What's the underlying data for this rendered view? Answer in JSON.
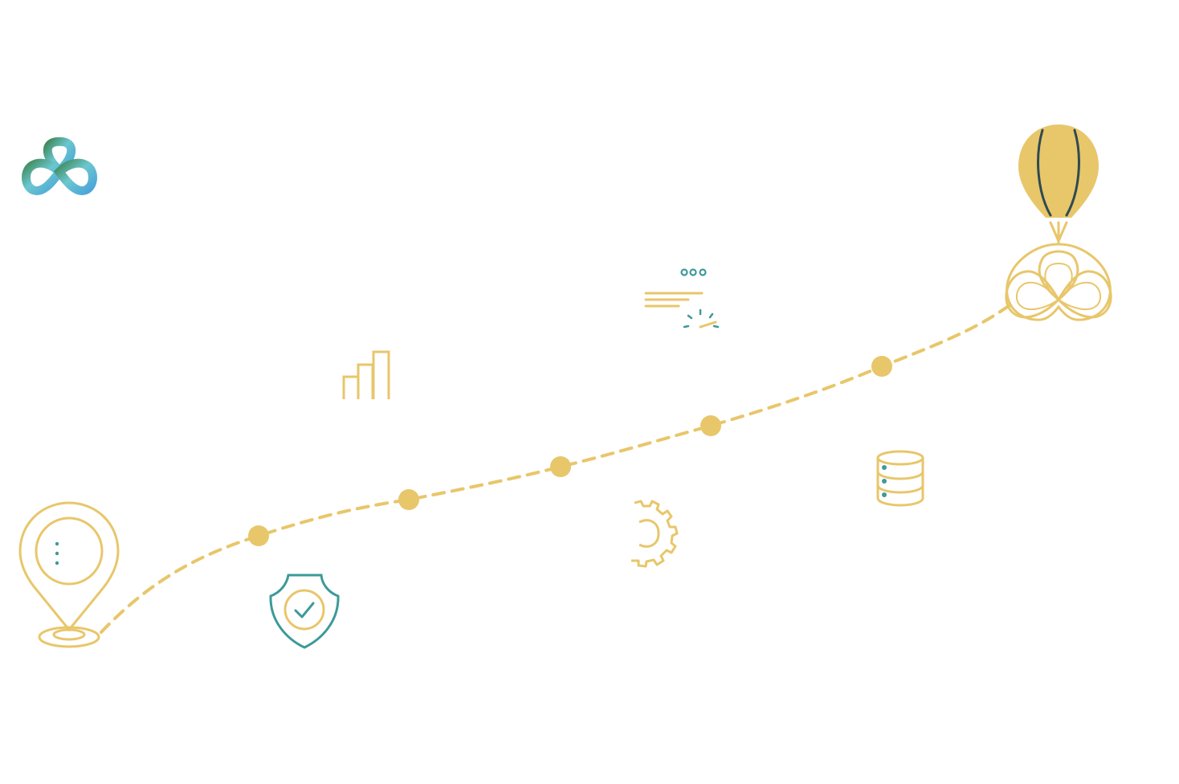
{
  "colors": {
    "gold": "#e8c66a",
    "teal": "#3d9a99",
    "dark": "#2f4a52",
    "brand_teal": "#6cc7cf",
    "brand_green": "#3f8a5a",
    "brand_blue": "#4aa3d8"
  },
  "icons": {
    "brand_logo": "trefoil-loop-logo",
    "start": "location-pin-icon",
    "shield": "shield-check-icon",
    "chart": "bar-chart-icon",
    "gear": "gear-icon",
    "browser": "browser-window-icon",
    "database": "database-icon",
    "destination": "hot-air-balloon-logo-icon"
  },
  "milestones": {
    "count": 5,
    "style": "dashed-path-with-dots"
  }
}
